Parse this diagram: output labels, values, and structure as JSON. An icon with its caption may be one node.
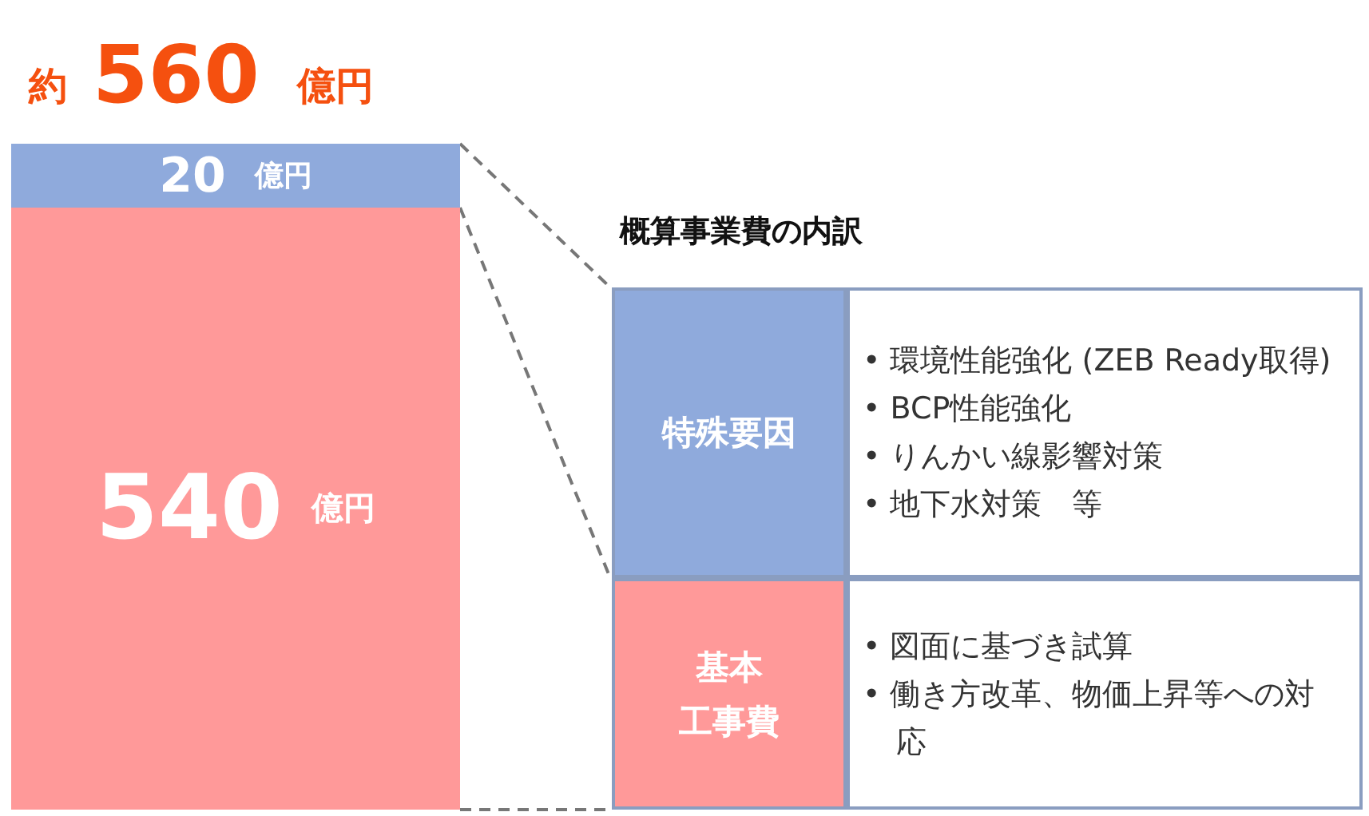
{
  "diagram": {
    "nodes": [
      {
        "text": [
          "20",
          "億円"
        ]
      },
      {
        "text": [
          "540",
          "億円"
        ]
      },
      {
        "text": [
          "特殊要因"
        ]
      },
      {
        "text": [
          "• 環境性能強化 (ZEB Ready取得)",
          "• BCP性能強化",
          "• りんかい線影響対策",
          "• 地下水対策　等"
        ]
      },
      {
        "text": [
          "基本工事費"
        ]
      },
      {
        "text": [
          "• 図面に基づき試算",
          "• 働き方改革、物価上昇等への対応"
        ]
      }
    ],
    "edges": [
      {
        "from": 0,
        "to": 2,
        "arrow": "none",
        "style": "dashed"
      },
      {
        "from": 0,
        "to": 2,
        "arrow": "none",
        "style": "dashed"
      },
      {
        "from": 1,
        "to": 4,
        "arrow": "none",
        "style": "dashed"
      }
    ],
    "labels": [
      "約",
      "560",
      "億円",
      "概算事業費の内訳"
    ]
  }
}
